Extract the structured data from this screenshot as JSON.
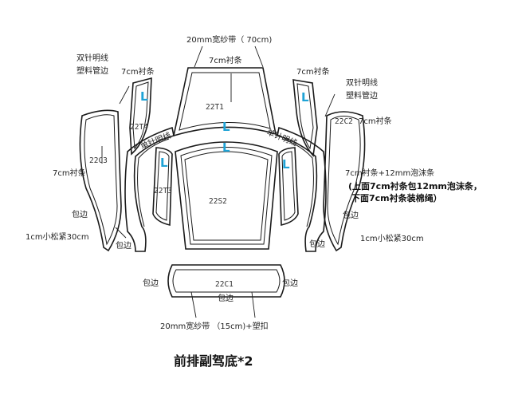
{
  "labels": {
    "top_band": "20mm宽纱带（ 70cm)",
    "top_strip": "7cm衬条",
    "left_stitch": "双针明线",
    "left_tube": "塑料管边",
    "left_strip": "7cm衬条",
    "right_stitch": "双针明线",
    "right_tube": "塑料管边",
    "right_strip_top": "7cm衬条",
    "left_single_stitch": "单针明线",
    "right_single_stitch": "单针明线",
    "left_side_strip": "7cm衬条",
    "right_side_strip": "7cm衬条+12mm泡沫条",
    "right_note_1": "(上面7cm衬条包12mm泡沫条，",
    "right_note_2": "下面7cm衬条装棉绳）",
    "left_edge": "包边",
    "left_elastic": "1cm小松紧30cm",
    "left_bottom_edge": "包边",
    "right_edge": "包边",
    "right_elastic": "1cm小松紧30cm",
    "right_bottom_edge": "包边",
    "front_left_edge": "包边",
    "front_right_edge": "包边",
    "front_mid_edge": "包边",
    "bottom_band": "20mm宽纱带 （15cm)+塑扣",
    "title": "前排副驾底*2"
  },
  "pieces": {
    "top_panel": "22T1",
    "left_bolster": "22T4",
    "left_side": "22C3",
    "right_side": "22C2",
    "left_small": "22T3",
    "seat": "22S2",
    "front": "22C1"
  },
  "marks": {
    "l": "L"
  },
  "colors": {
    "line": "#1a1a1a",
    "mark": "#1fa3d6"
  }
}
